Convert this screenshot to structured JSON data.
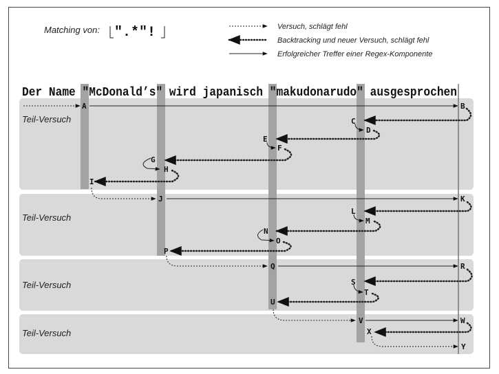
{
  "header": {
    "matching_label": "Matching von:",
    "pattern": "\".*\"!"
  },
  "legend": [
    {
      "style": "dashed",
      "text": "Versuch, schlägt fehl"
    },
    {
      "style": "dotted",
      "text": "Backtracking und neuer Versuch, schlägt fehl"
    },
    {
      "style": "solid",
      "text": "Erfolgreicher Treffer einer Regex-Komponente"
    }
  ],
  "subject_string": "Der Name \"McDonald’s\" wird japanisch \"makudonarudo\" ausgesprochen",
  "panels": [
    {
      "label": "Teil-Versuch"
    },
    {
      "label": "Teil-Versuch"
    },
    {
      "label": "Teil-Versuch"
    },
    {
      "label": "Teil-Versuch"
    }
  ],
  "nodes": [
    "A",
    "B",
    "C",
    "D",
    "E",
    "F",
    "G",
    "H",
    "I",
    "J",
    "K",
    "L",
    "M",
    "N",
    "O",
    "P",
    "Q",
    "R",
    "S",
    "T",
    "U",
    "V",
    "W",
    "X",
    "Y"
  ],
  "colors": {
    "panel": "#d9d9d9",
    "quote_bar": "#a3a3a3",
    "line": "#222222"
  }
}
